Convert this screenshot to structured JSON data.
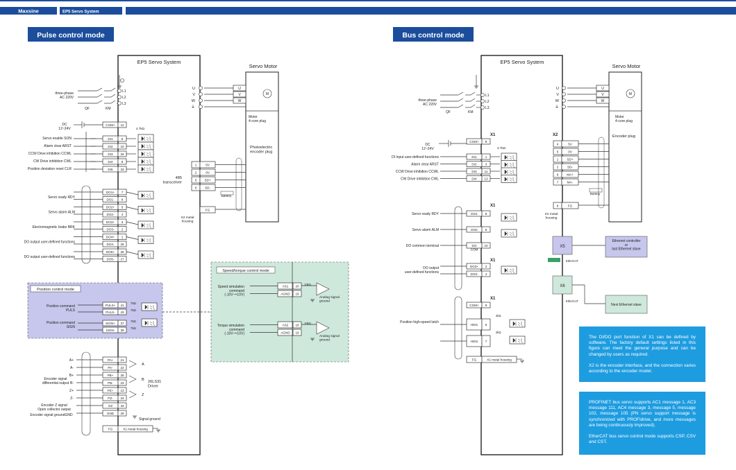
{
  "header": {
    "brand": "Maxsine",
    "tag": "EP5 Servo System"
  },
  "colors": {
    "bar": "#1b4d9c",
    "note": "#1e9ce0",
    "pos": "#c7c6ec",
    "spd": "#cfe8dc"
  },
  "left": {
    "title": "Pulse control mode",
    "system": "EP5 Servo System",
    "motor": "Servo Motor",
    "power": {
      "label": "three-phase",
      "voltage": "AC 220V",
      "qf": "QF",
      "km": "KM",
      "phases": [
        "L1",
        "L2",
        "L3"
      ]
    },
    "motor_pins": [
      "U",
      "V",
      "W"
    ],
    "motor_plug": "Motor\n4-core plug",
    "encoder_plug": "Photoelectric\nencoder plug",
    "dc": {
      "label": "DC",
      "range": "12~24V",
      "pin": "COM+",
      "num": "11",
      "res": "4.7kΩ"
    },
    "di": [
      {
        "label": "Servo enable SON",
        "pin": "DI1",
        "num": "9"
      },
      {
        "label": "Alarm clear ARST",
        "pin": "DI2",
        "num": "10"
      },
      {
        "label": "CCW Drive inhibition CCWL",
        "pin": "DI3",
        "num": "34"
      },
      {
        "label": "CW Drive inhibition CWL",
        "pin": "DI4",
        "num": "8"
      },
      {
        "label": "Position deviation reset CLR",
        "pin": "DI5",
        "num": "33"
      }
    ],
    "do_out": [
      {
        "label": "Servo ready RDY",
        "pins": [
          [
            "DO1+",
            "7"
          ],
          [
            "DO1-",
            "6"
          ]
        ]
      },
      {
        "label": "Servo alarm ALM",
        "pins": [
          [
            "DO2+",
            "5"
          ],
          [
            "DO2-",
            "4"
          ]
        ]
      },
      {
        "label": "Electromagnetic brake BRK",
        "pins": [
          [
            "DO3+",
            "3"
          ],
          [
            "DO3-",
            "2"
          ]
        ]
      },
      {
        "label": "DO output user-defined functions",
        "pins": [
          [
            "DO4+",
            "1"
          ],
          [
            "DO4-",
            "26"
          ]
        ]
      },
      {
        "label": "DO output user-defined functions",
        "pins": [
          [
            "DO5+",
            "28"
          ],
          [
            "DO5-",
            "27"
          ]
        ]
      }
    ],
    "transceiver": {
      "label": "485\ntransceiver",
      "pins": [
        [
          "1",
          "5V"
        ],
        [
          "2",
          "0V"
        ],
        [
          "5",
          "SD+"
        ],
        [
          "6",
          "SD-"
        ]
      ],
      "battery": "Battery"
    },
    "fg": {
      "pin": "FG",
      "housing": "X2 metal\nhousing"
    },
    "position_box": {
      "title": "Position control mode",
      "cmd1": "Position command\nPULS",
      "cmd2": "Position command\nSIGN",
      "pins": [
        [
          "PULS+",
          "41"
        ],
        [
          "PULS-",
          "43"
        ],
        [
          "SIGN+",
          "37"
        ],
        [
          "SIGN-",
          "39"
        ]
      ],
      "res": "75Ω"
    },
    "speed_box": {
      "title": "Speed/torque control mode",
      "speed": "Speed simulation\ncommand\n(-10V~+10V)",
      "torque": "Torque simulation\ncommand\n(-10V~+10V)",
      "pins1": [
        [
          "AS1",
          "20"
        ],
        [
          "AGND",
          "19"
        ]
      ],
      "pins2": [
        [
          "AS2",
          "18"
        ],
        [
          "AGND",
          "19"
        ]
      ],
      "res": "10kΩ",
      "ground": "Analog signal\nground"
    },
    "encoder_out": {
      "pins": [
        [
          "PA+",
          "21"
        ],
        [
          "PA-",
          "22"
        ],
        [
          "PB+",
          "25"
        ],
        [
          "PB-",
          "23"
        ],
        [
          "PZ+",
          "13"
        ],
        [
          "PZ-",
          "24"
        ],
        [
          "OZ",
          "44"
        ],
        [
          "GND",
          "29"
        ]
      ],
      "sides": [
        "A+",
        "A-",
        "B+",
        "B-",
        "Z+",
        "Z-"
      ],
      "letters": [
        "A",
        "B",
        "Z"
      ],
      "label1": "Encoder signal\ndifferential output",
      "label2": "Encoder Z signal\nOpen collector output",
      "label3": "Encoder signal groundGND",
      "driver": "26LS31\nDriver",
      "ground": "Signal ground"
    },
    "fg_bottom": {
      "pin": "FG",
      "housing": "X1 metal housing"
    }
  },
  "right": {
    "title": "Bus control mode",
    "system": "EP5 Servo System",
    "motor": "Servo Motor",
    "power": {
      "label": "three-phase",
      "voltage": "AC 220V",
      "qf": "QF",
      "km": "KM",
      "phases": [
        "L1",
        "L2",
        "L3"
      ]
    },
    "motor_pins": [
      "U",
      "V",
      "W"
    ],
    "motor_plug": "Motor\n4-core plug",
    "encoder_plug": "Encoder plug",
    "x1": "X1",
    "x2": "X2",
    "dc": {
      "label": "DC",
      "range": "12~24V",
      "pin": "COM+",
      "num": "9",
      "res": "4.7kΩ"
    },
    "di": [
      {
        "label": "DI input user-defined functions",
        "pin": "DI1",
        "num": "1"
      },
      {
        "label": "Alarm clear ARST",
        "pin": "DI2",
        "num": "3"
      },
      {
        "label": "CCW Drive inhibition CCWL",
        "pin": "DI3",
        "num": "11"
      },
      {
        "label": "CW Drive inhibition CWL",
        "pin": "DI4",
        "num": "13"
      }
    ],
    "do_out": [
      {
        "label": "Servo ready RDY",
        "pin": "DO1",
        "num": "8"
      },
      {
        "label": "Servo alarm ALM",
        "pin": "DO2",
        "num": "6"
      },
      {
        "label": "DO common terminal",
        "pin": "DO\nCOM",
        "num": "10"
      }
    ],
    "do_ud": {
      "label": "DO output\nuser-defined functions",
      "pins": [
        [
          "DO3+",
          "2"
        ],
        [
          "DO3-",
          "4"
        ]
      ]
    },
    "com2": {
      "pin": "COM+",
      "num": "9"
    },
    "latch": {
      "label": "Position high-speed latch",
      "pins": [
        [
          "HDI1",
          "5"
        ],
        [
          "HDI2",
          "7"
        ]
      ],
      "res": "2kΩ"
    },
    "fg_bottom": {
      "pin": "FG",
      "housing": "X1 metal housing"
    },
    "encoder_pins": [
      [
        "4",
        "5V"
      ],
      [
        "5",
        "0V"
      ],
      [
        "1",
        "SD+"
      ],
      [
        "2",
        "SD-"
      ],
      [
        "6",
        "MA+"
      ],
      [
        "7",
        "MA-"
      ]
    ],
    "battery": "Battery",
    "fg2": {
      "num": "9",
      "pin": "FG",
      "housing": "X2 metal\nhousing"
    },
    "x5": "X5",
    "x6": "X6",
    "ethercat": "EtherCAT",
    "eth_master": "Ethernet controller\nor\nlast Ethernet slave",
    "eth_next": "Next Ethernet slave"
  },
  "notes": {
    "n1a": "The DI/DO port function of X1 can be defined by software. The factory default settings listed in this figure can meet the general purpose and can be changed by users as required.",
    "n1b": "X2 is the encoder interface, and the connection varies according to the encoder model.",
    "n2a": "PROFINET bus servo supports AC1 message 1, AC3 message 111, AC4 message 3, message 5, message 102, message 105 (PN servo support message is synchronized with PROFIdrive, and more messages are being continuously improved).",
    "n2b": "EtherCAT bus servo control mode supports CSP, CSV and CST."
  }
}
